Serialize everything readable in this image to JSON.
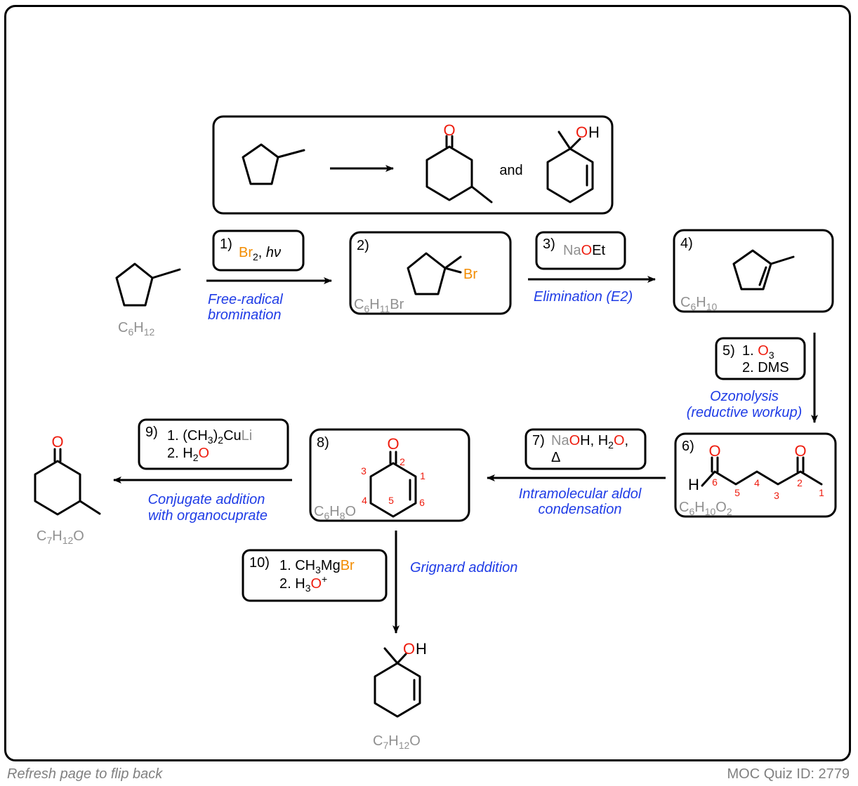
{
  "colors": {
    "oxygen": "#ee1c0e",
    "bromine": "#f28c00",
    "formula_gray": "#909090",
    "label_blue": "#1f3ce6",
    "numbering_red": "#ee1c0e"
  },
  "problem": {
    "connector": "and"
  },
  "start": {
    "formula": {
      "c": "C",
      "c_n": "6",
      "h": "H",
      "h_n": "12"
    }
  },
  "step1": {
    "num": "1)",
    "br": "Br",
    "br_n": "2",
    "rest": ", ",
    "hv": "hν",
    "label_l1": "Free-radical",
    "label_l2": "bromination"
  },
  "compound2": {
    "num": "2)",
    "br": "Br",
    "formula": {
      "c": "C",
      "c_n": "6",
      "h": "H",
      "h_n": "11",
      "x": "Br"
    }
  },
  "step3": {
    "num": "3)",
    "na": "Na",
    "o": "O",
    "et": "Et",
    "label": "Elimination (E2)"
  },
  "compound4": {
    "num": "4)",
    "formula": {
      "c": "C",
      "c_n": "6",
      "h": "H",
      "h_n": "10"
    }
  },
  "step5": {
    "num": "5)",
    "l1a": "1. ",
    "o": "O",
    "o_n": "3",
    "l2": "2. DMS",
    "label_l1": "Ozonolysis",
    "label_l2": "(reductive workup)"
  },
  "compound6": {
    "num": "6)",
    "o": "O",
    "h": "H",
    "atom_numbers": [
      "6",
      "5",
      "4",
      "3",
      "2",
      "1"
    ],
    "formula": {
      "c": "C",
      "c_n": "6",
      "h": "H",
      "h_n": "10",
      "o": "O",
      "o_n": "2"
    }
  },
  "step7": {
    "num": "7)",
    "na": "Na",
    "o": "O",
    "h": "H",
    "comma1": ", ",
    "h2": "H",
    "h2_n": "2",
    "o2": "O",
    "comma2": ",",
    "heat": "Δ",
    "label_l1": "Intramolecular aldol",
    "label_l2": "condensation"
  },
  "compound8": {
    "num": "8)",
    "o": "O",
    "atom_numbers": [
      "1",
      "2",
      "3",
      "4",
      "5",
      "6"
    ],
    "formula": {
      "c": "C",
      "c_n": "6",
      "h": "H",
      "h_n": "8",
      "o": "O"
    }
  },
  "step9": {
    "num": "9)",
    "l1a": "1. (CH",
    "l1_n": "3",
    "l1b": ")",
    "l1_n2": "2",
    "l1c": "Cu",
    "li": "Li",
    "l2a": "2. H",
    "l2_n": "2",
    "l2_o": "O",
    "label_l1": "Conjugate addition",
    "label_l2": "with organocuprate"
  },
  "product9": {
    "o": "O",
    "formula": {
      "c": "C",
      "c_n": "7",
      "h": "H",
      "h_n": "12",
      "o": "O"
    }
  },
  "step10": {
    "num": "10)",
    "l1a": "1. CH",
    "l1_n": "3",
    "l1b": "Mg",
    "br": "Br",
    "l2a": "2. H",
    "l2_n": "3",
    "l2_o": "O",
    "plus": "+",
    "label": "Grignard addition"
  },
  "product10": {
    "o": "O",
    "h": "H",
    "formula": {
      "c": "C",
      "c_n": "7",
      "h": "H",
      "h_n": "12",
      "o": "O"
    }
  },
  "footer": {
    "left": "Refresh page to flip back",
    "right": "MOC Quiz ID: 2779"
  }
}
